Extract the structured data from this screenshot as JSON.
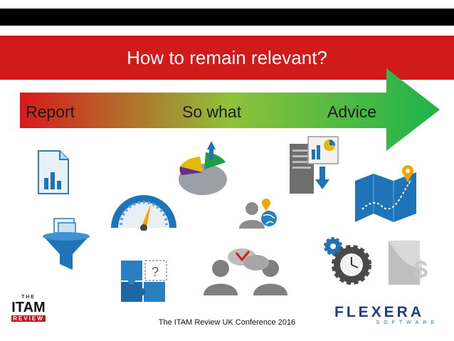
{
  "slide": {
    "title": "How to remain relevant?",
    "arrow_labels": {
      "report": "Report",
      "so_what": "So what",
      "advice": "Advice"
    },
    "footer": "The ITAM Review UK Conference 2016"
  },
  "logos": {
    "itam": {
      "the": "THE",
      "main": "ITAM",
      "review": "REVIEW"
    },
    "flexera": {
      "main": "FLEXERA",
      "sub": "SOFTWARE"
    }
  },
  "colors": {
    "banner_red": "#d11a1a",
    "arrow_start": "#d7191c",
    "arrow_end": "#1db34a",
    "icon_blue": "#1f74b8"
  },
  "icons": [
    "report-document-icon",
    "funnel-icon",
    "gauge-icon",
    "puzzle-icon",
    "pie-chart-icon",
    "people-discussion-icon",
    "user-globe-location-icon",
    "server-report-icon",
    "route-map-icon",
    "gears-clock-icon",
    "dollar-icon"
  ]
}
